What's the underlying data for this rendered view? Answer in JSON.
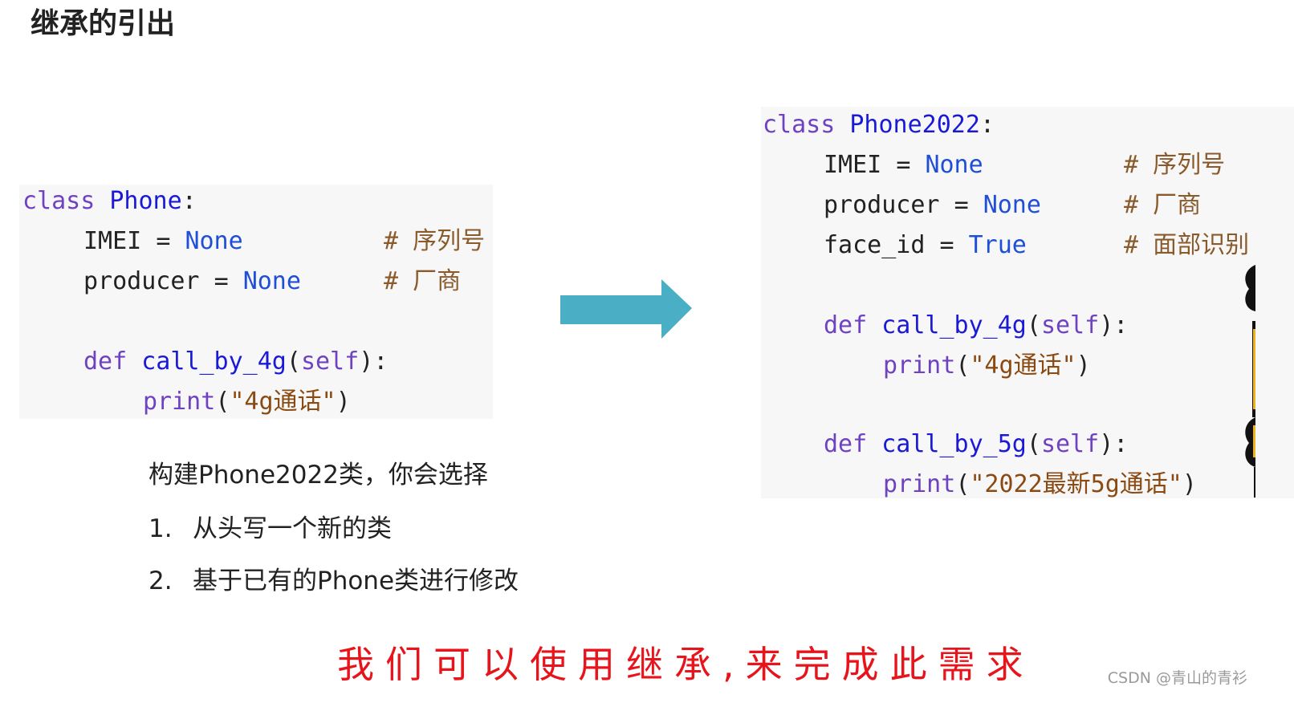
{
  "title": "继承的引出",
  "code_left": {
    "line1": {
      "kw": "class",
      "name": "Phone",
      "punc": ":"
    },
    "line2": {
      "var": "IMEI",
      "op": "=",
      "val": "None",
      "comment": "# 序列号"
    },
    "line3": {
      "var": "producer",
      "op": "=",
      "val": "None",
      "comment": "# 厂商"
    },
    "line4": {
      "kw": "def",
      "fn": "call_by_4g",
      "open": "(",
      "self": "self",
      "close": "):"
    },
    "line5": {
      "fn": "print",
      "open": "(",
      "str": "\"4g通话\"",
      "close": ")"
    }
  },
  "code_right": {
    "line1": {
      "kw": "class",
      "name": "Phone2022",
      "punc": ":"
    },
    "line2": {
      "var": "IMEI",
      "op": "=",
      "val": "None",
      "comment": "# 序列号"
    },
    "line3": {
      "var": "producer",
      "op": "=",
      "val": "None",
      "comment": "# 厂商"
    },
    "line4": {
      "var": "face_id",
      "op": "=",
      "val": "True",
      "comment": "# 面部识别"
    },
    "line5": {
      "kw": "def",
      "fn": "call_by_4g",
      "open": "(",
      "self": "self",
      "close": "):"
    },
    "line6": {
      "fn": "print",
      "open": "(",
      "str": "\"4g通话\"",
      "close": ")"
    },
    "line7": {
      "kw": "def",
      "fn": "call_by_5g",
      "open": "(",
      "self": "self",
      "close": "):"
    },
    "line8": {
      "fn": "print",
      "open": "(",
      "str": "\"2022最新5g通话\"",
      "close": ")"
    }
  },
  "question": {
    "prompt": "构建Phone2022类，你会选择",
    "options": [
      {
        "num": "1.",
        "text": "从头写一个新的类"
      },
      {
        "num": "2.",
        "text": "基于已有的Phone类进行修改"
      }
    ]
  },
  "conclusion": "我们可以使用继承,来完成此需求",
  "watermark": "CSDN @青山的青衫",
  "colors": {
    "arrow": "#4aaec4",
    "conclusion": "#e8141b",
    "code_bg": "#f7f7f8"
  }
}
